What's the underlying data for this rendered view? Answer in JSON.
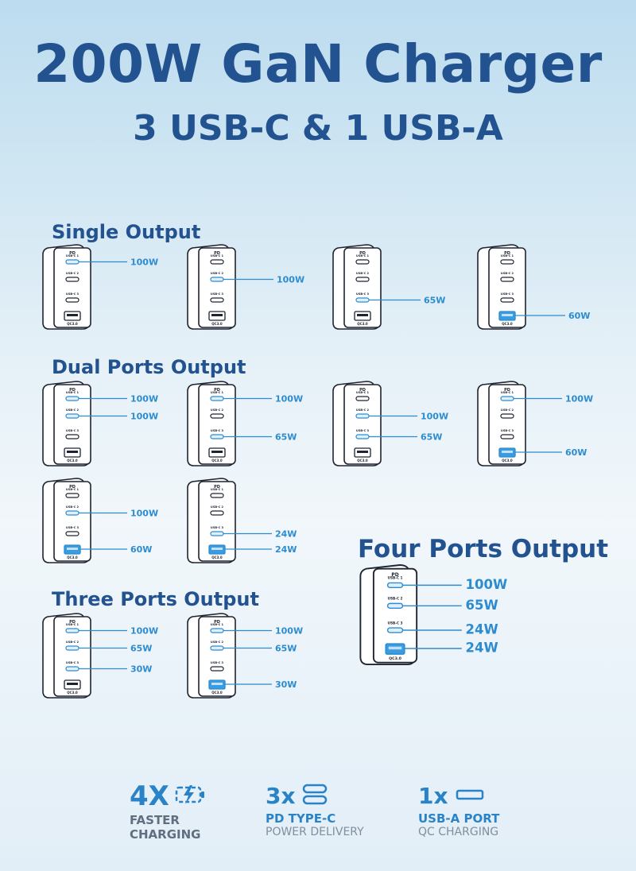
{
  "header": {
    "title": "200W GaN Charger",
    "subtitle": "3 USB-C & 1 USB-A"
  },
  "sections": {
    "single": "Single Output",
    "dual": "Dual Ports Output",
    "three": "Three Ports Output",
    "four": "Four Ports Output"
  },
  "port_labels": {
    "pd": "PD",
    "c1": "USB-C 1",
    "c2": "USB-C 2",
    "c3": "USB-C 3",
    "qc": "QC3.0"
  },
  "chargers": [
    {
      "group": "single",
      "watts": {
        "c1": "100W"
      }
    },
    {
      "group": "single",
      "watts": {
        "c2": "100W"
      }
    },
    {
      "group": "single",
      "watts": {
        "c3": "65W"
      }
    },
    {
      "group": "single",
      "watts": {
        "a": "60W"
      }
    },
    {
      "group": "dual",
      "watts": {
        "c1": "100W",
        "c2": "100W"
      }
    },
    {
      "group": "dual",
      "watts": {
        "c1": "100W",
        "c3": "65W"
      }
    },
    {
      "group": "dual",
      "watts": {
        "c2": "100W",
        "c3": "65W"
      }
    },
    {
      "group": "dual",
      "watts": {
        "c1": "100W",
        "a": "60W"
      }
    },
    {
      "group": "dual",
      "watts": {
        "c2": "100W",
        "a": "60W"
      }
    },
    {
      "group": "dual",
      "watts": {
        "c3": "24W",
        "a": "24W"
      }
    },
    {
      "group": "three",
      "watts": {
        "c1": "100W",
        "c2": "65W",
        "c3": "30W"
      }
    },
    {
      "group": "three",
      "watts": {
        "c1": "100W",
        "c2": "65W",
        "a": "30W"
      }
    },
    {
      "group": "four",
      "watts": {
        "c1": "100W",
        "c2": "65W",
        "c3": "24W",
        "a": "24W"
      }
    }
  ],
  "features": [
    {
      "big": "4X",
      "line1": "FASTER",
      "line2": "CHARGING",
      "icon": "battery-bolt-icon"
    },
    {
      "big": "3x",
      "line1": "PD TYPE-C",
      "line2": "POWER DELIVERY",
      "icon": "usb-c-icon"
    },
    {
      "big": "1x",
      "line1": "USB-A PORT",
      "line2": "QC CHARGING",
      "icon": "usb-a-icon"
    }
  ],
  "colors": {
    "title": "#22528f",
    "accent": "#2d8ccf",
    "background_top": "#bcdcef"
  }
}
